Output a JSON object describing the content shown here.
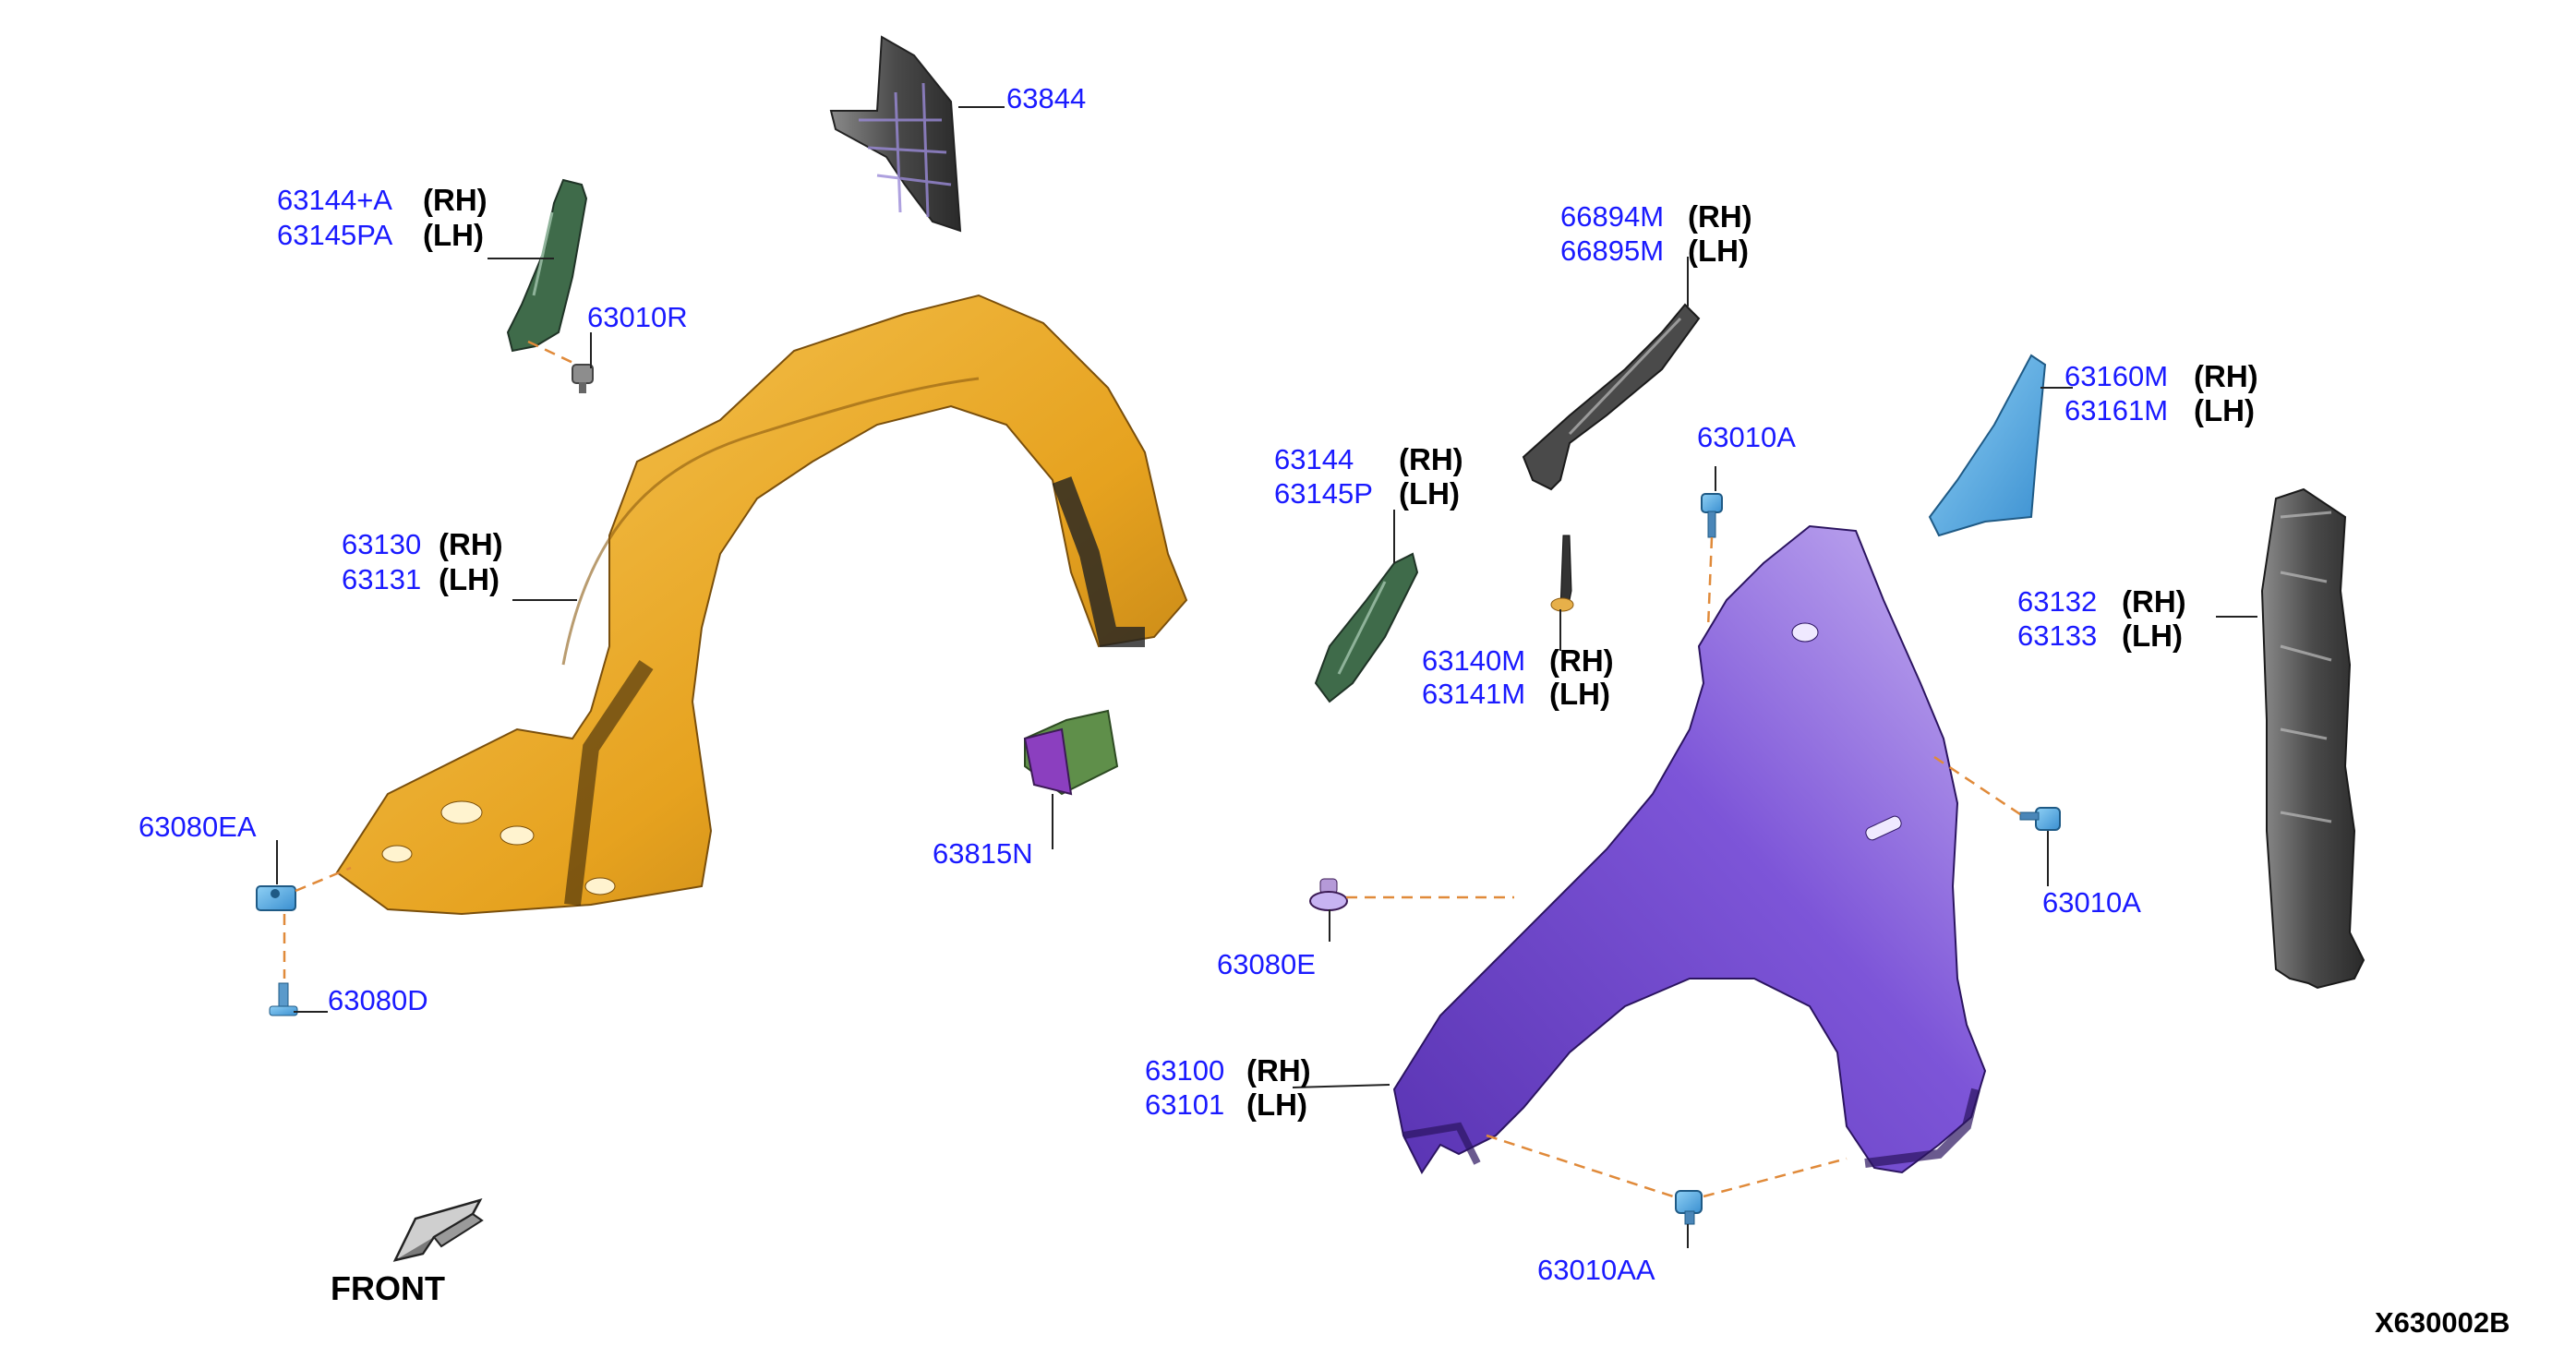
{
  "callouts": {
    "p63844": "63844",
    "p63144a": "63144+A",
    "p63145pa": "63145PA",
    "p63010r": "63010R",
    "p63130": "63130",
    "p63131": "63131",
    "p63080ea": "63080EA",
    "p63080d": "63080D",
    "p63815n": "63815N",
    "p66894m": "66894M",
    "p66895m": "66895M",
    "p63144": "63144",
    "p63145p": "63145P",
    "p63010a_top": "63010A",
    "p63140m": "63140M",
    "p63141m": "63141M",
    "p63160m": "63160M",
    "p63161m": "63161M",
    "p63132": "63132",
    "p63133": "63133",
    "p63010a_right": "63010A",
    "p63080e": "63080E",
    "p63100": "63100",
    "p63101": "63101",
    "p63010aa": "63010AA"
  },
  "side_labels": {
    "rh": "(RH)",
    "lh": "(LH)"
  },
  "front_label": "FRONT",
  "diagram_code": "X630002B",
  "colors": {
    "callout_text": "#1a1aff",
    "fender_liner": "#f2b02a",
    "fender": "#7d55d8",
    "protector_dark": "#3a3a3a",
    "bracket_green": "#3f6b4a",
    "seal_blue": "#4aa3e0",
    "clip_blue": "#5ab0e8",
    "leader_dash": "#e08a3a"
  }
}
